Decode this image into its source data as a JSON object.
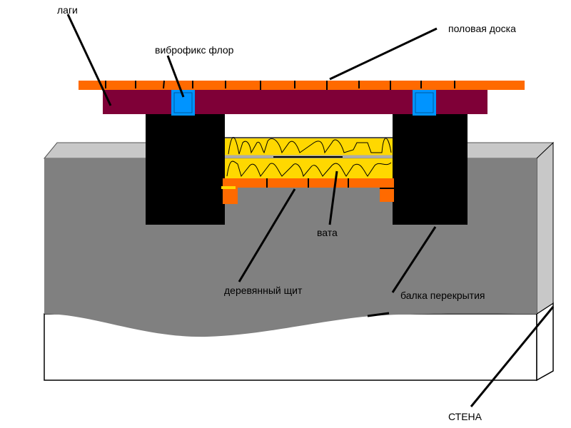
{
  "labels": {
    "lagi": "лаги",
    "vibrofix": "виброфикс флор",
    "floorboard": "половая доска",
    "wool": "вата",
    "shield": "деревянный щит",
    "beam": "балка перекрытия",
    "wall": "СТЕНА"
  },
  "colors": {
    "floorboard": "#ff6a00",
    "lag": "#7f0037",
    "pad": "#0094ff",
    "wool": "#ffd800",
    "wall_front": "#808080",
    "wall_top": "#c8c8c8",
    "beam": "#000000"
  }
}
